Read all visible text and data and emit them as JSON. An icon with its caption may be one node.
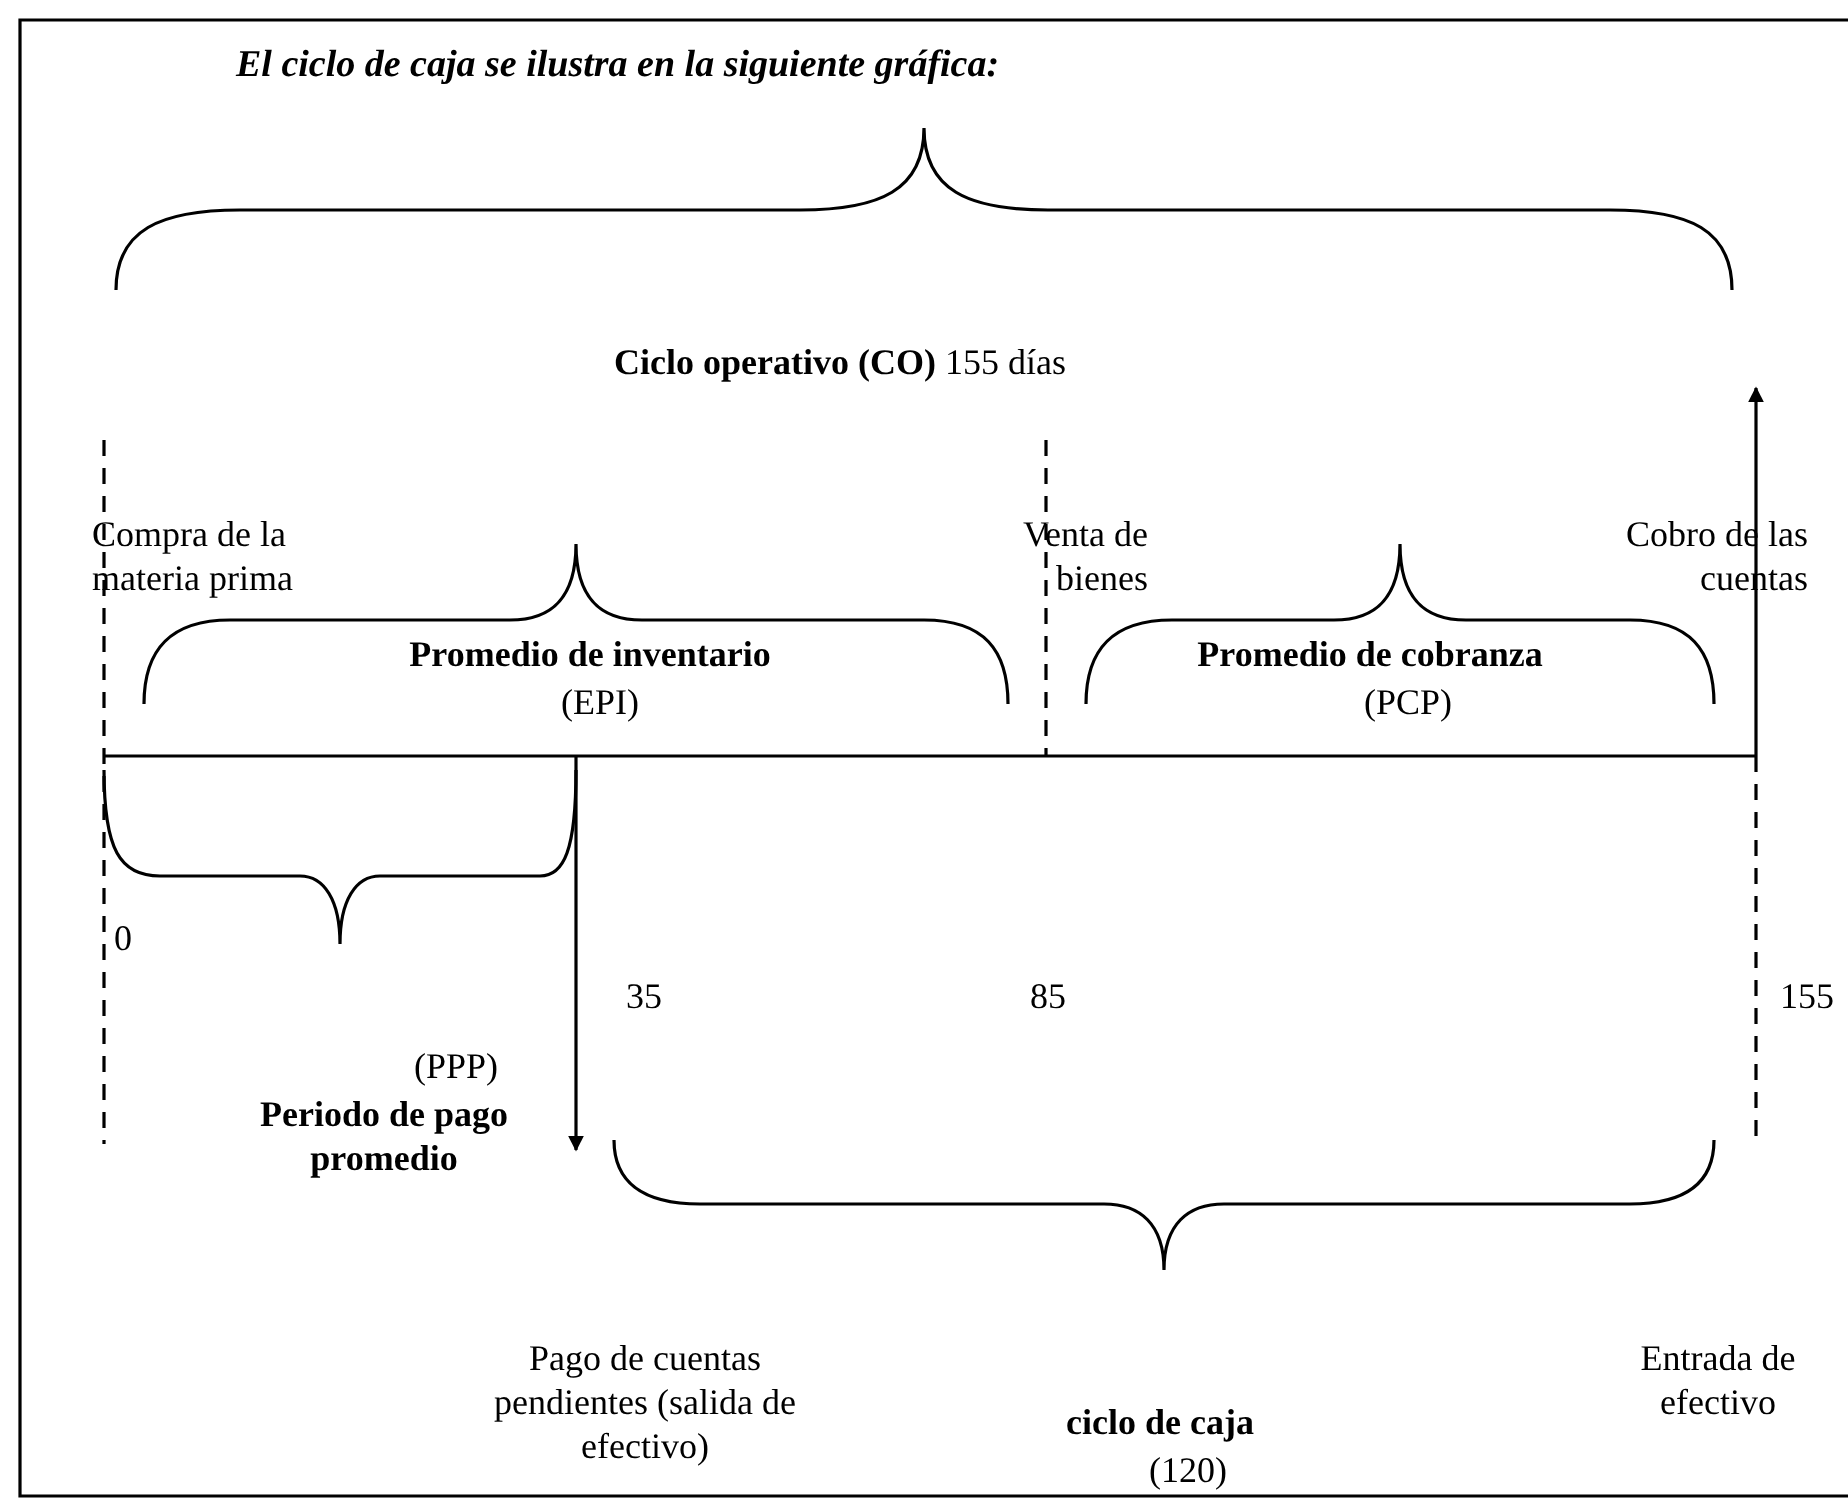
{
  "diagram": {
    "title": "El ciclo de caja se ilustra en la siguiente gráfica:",
    "labels": [
      "**Ciclo operativo (CO)**  155 días",
      "Compra de la materia prima",
      "Venta de bienes",
      "Cobro de las cuentas",
      "Promedio de inventario",
      "(EPI)",
      "Promedio de cobranza",
      "(PCP)",
      "0",
      "35",
      "85",
      "155",
      "(PPP)",
      "Periodo de pago promedio",
      "Pago de cuentas pendientes (salida de efectivo)",
      "ciclo de caja",
      "(120)",
      "Entrada de efectivo"
    ]
  }
}
